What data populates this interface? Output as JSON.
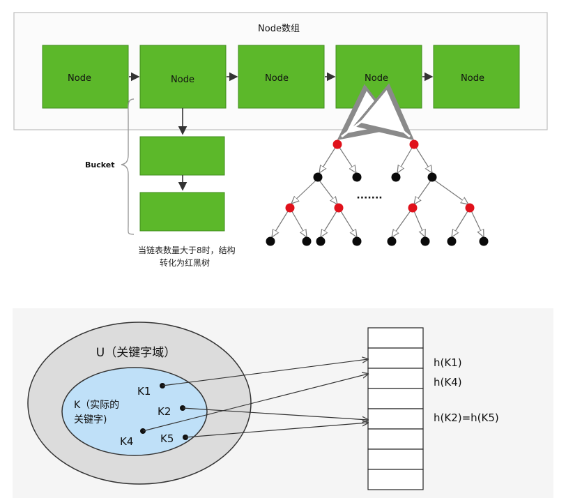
{
  "hashmap_diagram": {
    "array_title": "Node数组",
    "nodes": [
      "Node",
      "Node",
      "Node",
      "Node",
      "Node"
    ],
    "bucket_label": "Bucket",
    "bucket_cells": [
      "",
      ""
    ],
    "ellipsis": "·······",
    "note_line1": "当链表数量大于8时，结构",
    "note_line2": "转化为红黑树",
    "colors": {
      "node_green": "#5cb82a",
      "red_node": "#e0111b",
      "black_node": "#0a0a0a"
    }
  },
  "hash_diagram": {
    "universe_label": "U（关键字域）",
    "subset_label_line1": "K（实际的",
    "subset_label_line2": "关键字)",
    "keys": [
      "K1",
      "K2",
      "K4",
      "K5"
    ],
    "slots": [
      "",
      "",
      "",
      "",
      "",
      "",
      "",
      ""
    ],
    "hash_labels": [
      "h(K1)",
      "h(K4)",
      "h(K2)=h(K5)"
    ],
    "colors": {
      "universe_fill": "#dcdcdc",
      "subset_fill": "#bfe0f8"
    }
  }
}
